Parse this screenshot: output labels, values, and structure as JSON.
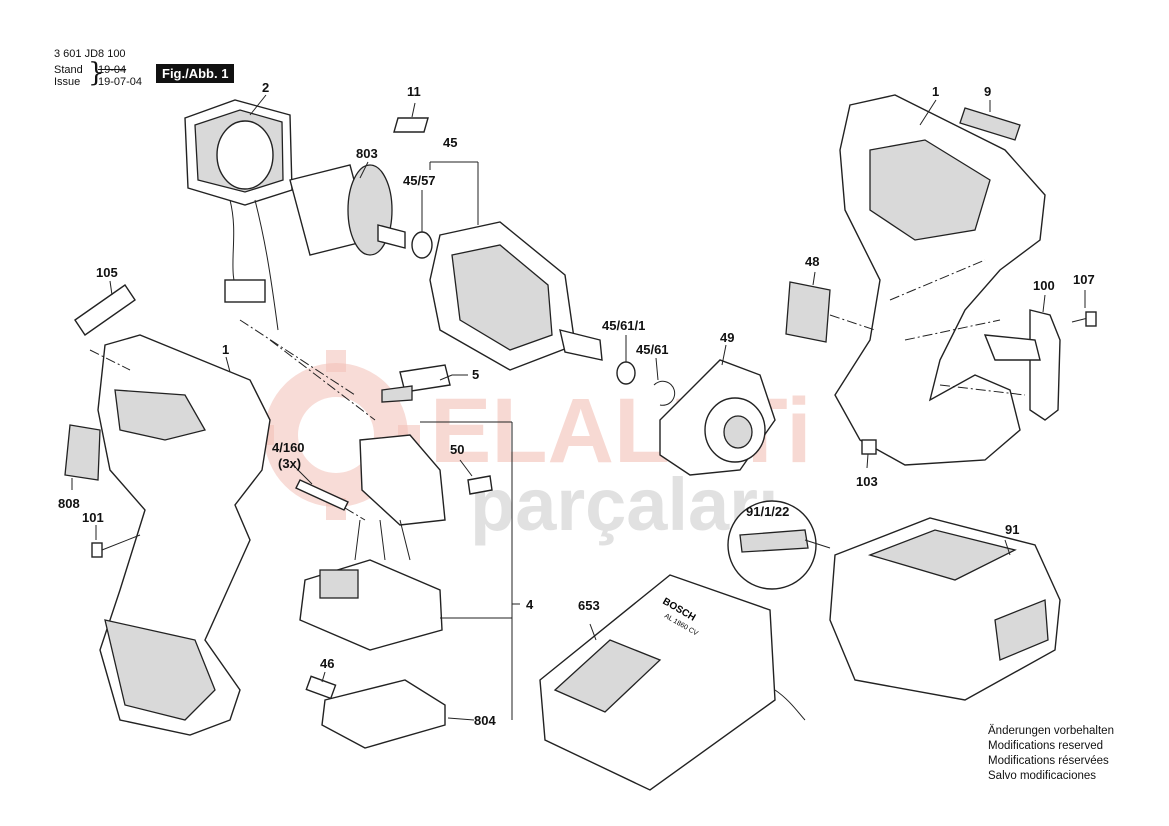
{
  "header": {
    "doc_number": "3 601 JD8 100",
    "stand_label": "Stand",
    "issue_label": "Issue",
    "date_struck": "19-04",
    "date": "19-07-04",
    "figure_tag": "Fig./Abb. 1"
  },
  "watermark": {
    "line1": "ELALETi",
    "line2": "parçaları"
  },
  "callouts": [
    {
      "id": "c-2",
      "text": "2"
    },
    {
      "id": "c-11",
      "text": "11"
    },
    {
      "id": "c-803",
      "text": "803"
    },
    {
      "id": "c-45",
      "text": "45"
    },
    {
      "id": "c-45-57",
      "text": "45/57"
    },
    {
      "id": "c-1-top",
      "text": "1"
    },
    {
      "id": "c-9",
      "text": "9"
    },
    {
      "id": "c-105",
      "text": "105"
    },
    {
      "id": "c-48",
      "text": "48"
    },
    {
      "id": "c-100",
      "text": "100"
    },
    {
      "id": "c-107",
      "text": "107"
    },
    {
      "id": "c-1-left",
      "text": "1"
    },
    {
      "id": "c-5",
      "text": "5"
    },
    {
      "id": "c-45-61-1",
      "text": "45/61/1"
    },
    {
      "id": "c-49",
      "text": "49"
    },
    {
      "id": "c-45-61",
      "text": "45/61"
    },
    {
      "id": "c-4-160",
      "text": "4/160"
    },
    {
      "id": "c-3x",
      "text": "(3x)"
    },
    {
      "id": "c-50",
      "text": "50"
    },
    {
      "id": "c-103",
      "text": "103"
    },
    {
      "id": "c-808",
      "text": "808"
    },
    {
      "id": "c-101",
      "text": "101"
    },
    {
      "id": "c-91-1-22",
      "text": "91/1/22"
    },
    {
      "id": "c-91",
      "text": "91"
    },
    {
      "id": "c-4",
      "text": "4"
    },
    {
      "id": "c-653",
      "text": "653"
    },
    {
      "id": "c-46",
      "text": "46"
    },
    {
      "id": "c-804",
      "text": "804"
    }
  ],
  "charger": {
    "brand": "BOSCH",
    "model": "AL 1860 CV"
  },
  "notes": {
    "de": "Änderungen vorbehalten",
    "en": "Modifications reserved",
    "fr": "Modifications réservées",
    "es": "Salvo modificaciones"
  }
}
